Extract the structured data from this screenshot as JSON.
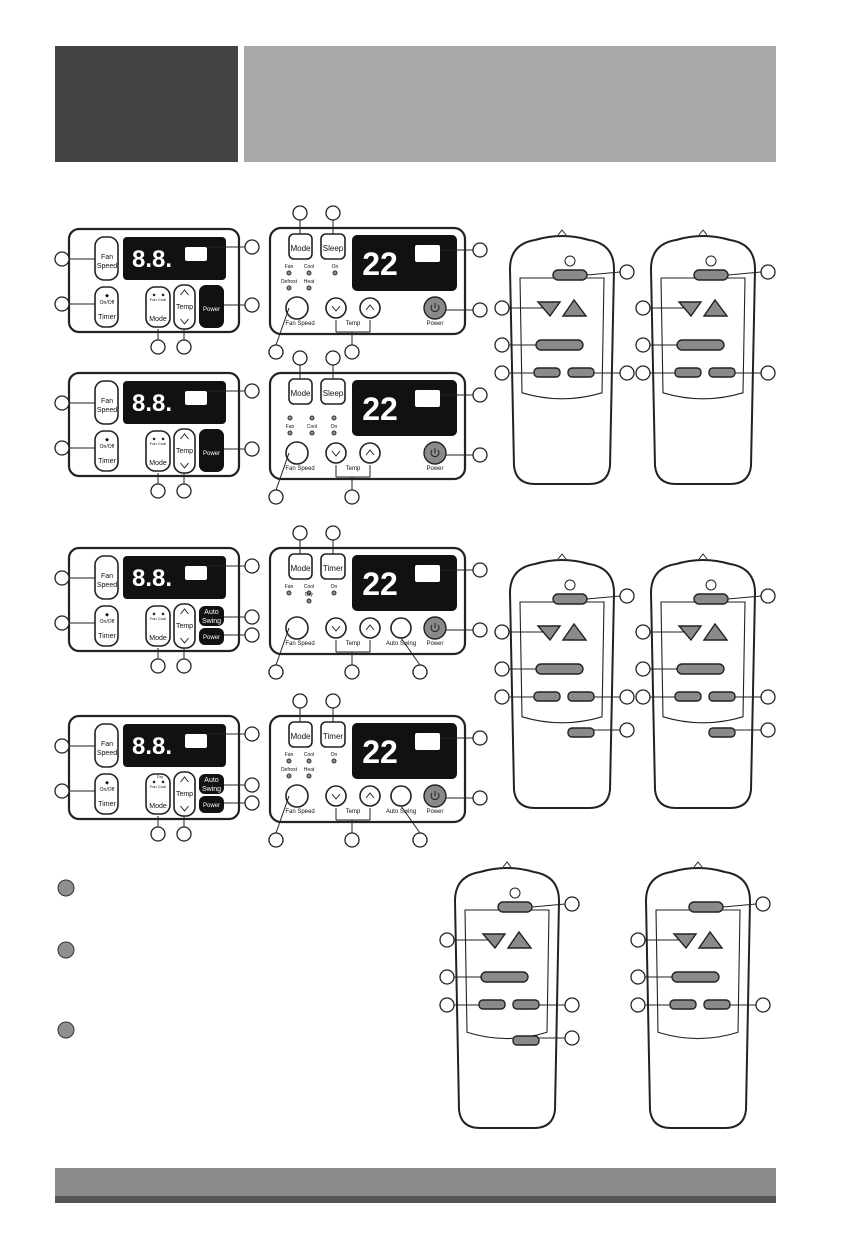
{
  "page": {
    "width": 851,
    "height": 1247
  },
  "colors": {
    "header_dark": "#444444",
    "header_light": "#a9a9a9",
    "footer": "#8c8c8c",
    "button_gray": "#8a8a8a"
  },
  "panels": {
    "fan_speed": "Fan Speed",
    "fan": "Fan",
    "speed": "Speed",
    "on_off": "On/Off",
    "timer": "Timer",
    "mode": "Mode",
    "temp": "Temp",
    "power": "Power",
    "sleep": "Sleep",
    "auto": "Auto",
    "swing": "Swing",
    "auto_swing": "Auto Swing",
    "display_small": "8.8.",
    "display_large": "22",
    "ind_fan": "Fan",
    "ind_cool": "Cool",
    "ind_heat": "Heat",
    "ind_dry": "Dry",
    "ind_on": "On",
    "ind_defrost": "Defrost"
  }
}
